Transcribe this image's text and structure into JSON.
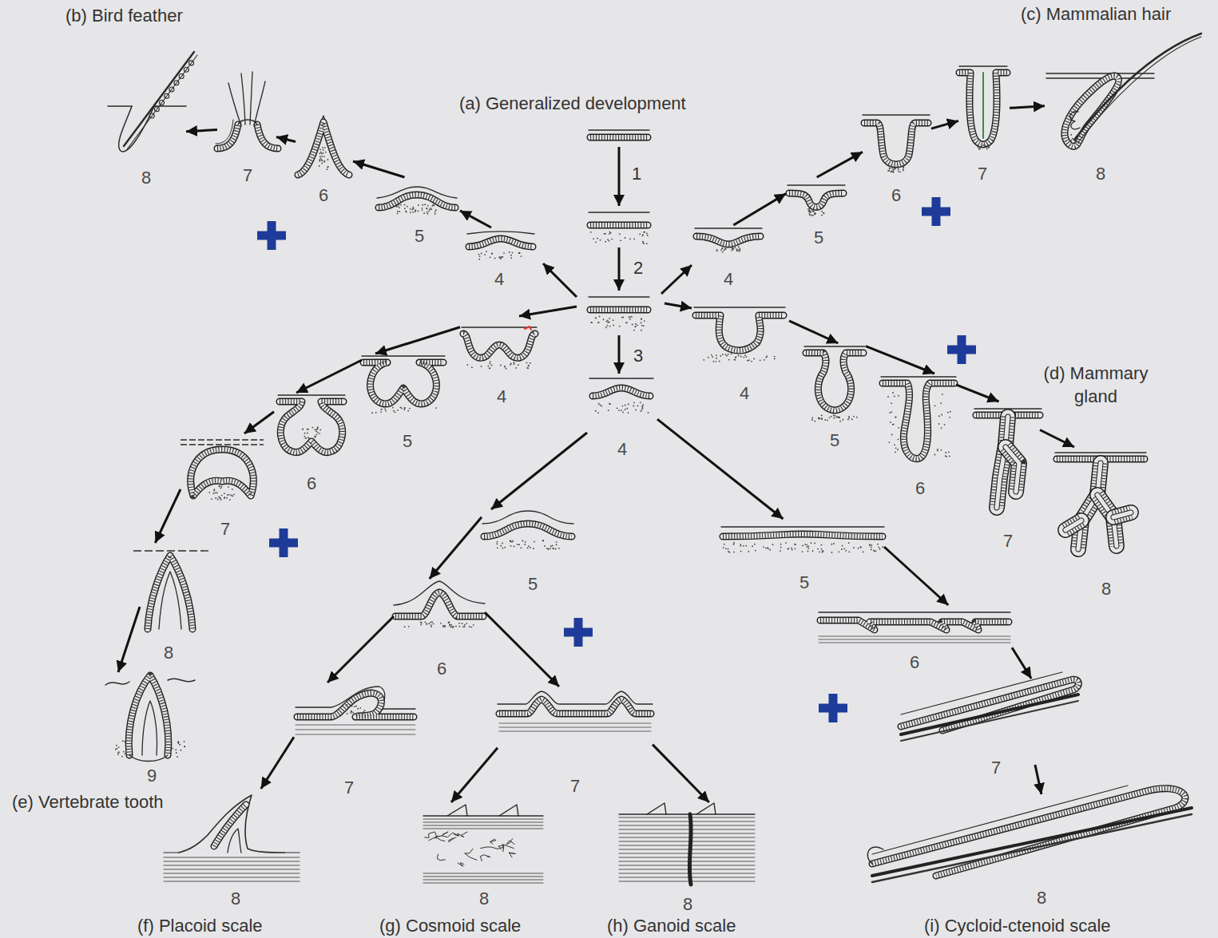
{
  "diagram": {
    "nodes": [
      {
        "text": [
          "4"
        ]
      },
      {
        "text": [
          "4"
        ]
      },
      {
        "text": [
          "5"
        ]
      },
      {
        "text": [
          "6"
        ]
      },
      {
        "text": [
          "7"
        ]
      },
      {
        "text": [
          "8"
        ]
      },
      {
        "text": [
          "4"
        ]
      },
      {
        "text": [
          "5"
        ]
      },
      {
        "text": [
          "6"
        ]
      },
      {
        "text": [
          "7"
        ]
      },
      {
        "text": [
          "8"
        ]
      },
      {
        "text": [
          "4"
        ]
      },
      {
        "text": [
          "5"
        ]
      },
      {
        "text": [
          "6"
        ]
      },
      {
        "text": [
          "7"
        ]
      },
      {
        "text": [
          "8"
        ]
      },
      {
        "text": [
          "9"
        ]
      },
      {
        "text": [
          "4"
        ]
      },
      {
        "text": [
          "5"
        ]
      },
      {
        "text": [
          "6"
        ]
      },
      {
        "text": [
          "7"
        ]
      },
      {
        "text": [
          "8"
        ]
      },
      {
        "text": [
          "5"
        ]
      },
      {
        "text": [
          "6"
        ]
      },
      {
        "text": [
          "7"
        ]
      },
      {
        "text": [
          "8"
        ]
      },
      {
        "text": [
          "7"
        ]
      },
      {
        "text": [
          "8"
        ]
      },
      {
        "text": [
          "8"
        ]
      },
      {
        "text": [
          "5"
        ]
      },
      {
        "text": [
          "6"
        ]
      },
      {
        "text": [
          "7"
        ]
      },
      {
        "text": [
          "8"
        ]
      }
    ],
    "edges": [
      {
        "from": 1,
        "to": 2,
        "arrow": "to"
      },
      {
        "from": 2,
        "to": 3,
        "arrow": "to"
      },
      {
        "from": 3,
        "to": 4,
        "arrow": "to"
      },
      {
        "from": 4,
        "to": 5,
        "arrow": "to"
      },
      {
        "from": 6,
        "to": 7,
        "arrow": "to"
      },
      {
        "from": 7,
        "to": 8,
        "arrow": "to"
      },
      {
        "from": 8,
        "to": 9,
        "arrow": "to"
      },
      {
        "from": 9,
        "to": 10,
        "arrow": "to"
      },
      {
        "from": 11,
        "to": 12,
        "arrow": "to"
      },
      {
        "from": 12,
        "to": 13,
        "arrow": "to"
      },
      {
        "from": 13,
        "to": 14,
        "arrow": "to"
      },
      {
        "from": 14,
        "to": 15,
        "arrow": "to"
      },
      {
        "from": 15,
        "to": 16,
        "arrow": "to"
      },
      {
        "from": 17,
        "to": 18,
        "arrow": "to"
      },
      {
        "from": 18,
        "to": 19,
        "arrow": "to"
      },
      {
        "from": 19,
        "to": 20,
        "arrow": "to"
      },
      {
        "from": 20,
        "to": 21,
        "arrow": "to"
      },
      {
        "from": 0,
        "to": 22,
        "arrow": "to"
      },
      {
        "from": 22,
        "to": 23,
        "arrow": "to"
      },
      {
        "from": 23,
        "to": 24,
        "arrow": "to"
      },
      {
        "from": 24,
        "to": 25,
        "arrow": "to"
      },
      {
        "from": 23,
        "to": 26,
        "arrow": "to"
      },
      {
        "from": 26,
        "to": 27,
        "arrow": "to"
      },
      {
        "from": 26,
        "to": 28,
        "arrow": "to"
      },
      {
        "from": 0,
        "to": 29,
        "arrow": "to"
      },
      {
        "from": 29,
        "to": 30,
        "arrow": "to"
      },
      {
        "from": 30,
        "to": 31,
        "arrow": "to"
      },
      {
        "from": 31,
        "to": 32,
        "arrow": "to"
      }
    ],
    "labels": [
      "(a) Generalized development",
      "1",
      "2",
      "3",
      "(b) Bird feather",
      "(c) Mammalian hair",
      "(d) Mammary gland",
      "(e) Vertebrate tooth",
      "(f) Placoid scale",
      "(g) Cosmoid scale",
      "(h) Ganoid scale",
      "(i) Cycloid-ctenoid scale"
    ]
  }
}
